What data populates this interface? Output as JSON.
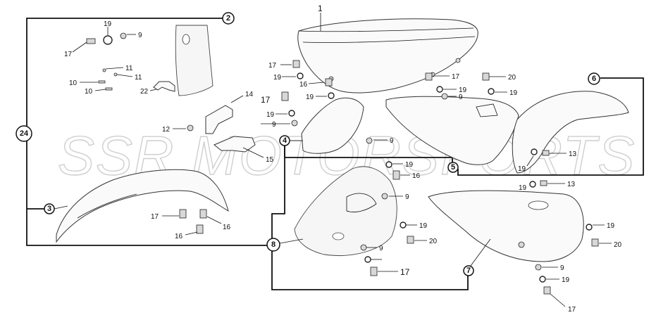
{
  "watermark": "SSR MOTORSPORTS",
  "callouts": {
    "c24": "24",
    "c2": "2",
    "c3": "3",
    "c4": "4",
    "c5": "5",
    "c6": "6",
    "c7": "7",
    "c8": "8"
  },
  "labels": {
    "p1": "1",
    "a19": "19",
    "a9": "9",
    "a17": "17",
    "a11a": "11",
    "a11b": "11",
    "a10a": "10",
    "a10b": "10",
    "a22": "22",
    "b14": "14",
    "b12": "12",
    "b15": "15",
    "c17a": "17",
    "c16a": "16",
    "c16b": "16",
    "d17": "17",
    "d19a": "19",
    "d19b": "19",
    "d16": "16",
    "d17b": "17",
    "d19c": "19",
    "d9a": "9",
    "d9b": "9",
    "e17": "17",
    "e19": "19",
    "e9": "9",
    "e20": "20",
    "e19b": "19",
    "f13a": "13",
    "f19a": "19",
    "f19b": "19",
    "f13b": "13",
    "g19a": "19",
    "g16": "16",
    "g9a": "9",
    "g19b": "19",
    "g20": "20",
    "g9b": "9",
    "g17": "17",
    "h19": "19",
    "h20": "20",
    "h9": "9",
    "h19b": "19",
    "h17": "17"
  }
}
